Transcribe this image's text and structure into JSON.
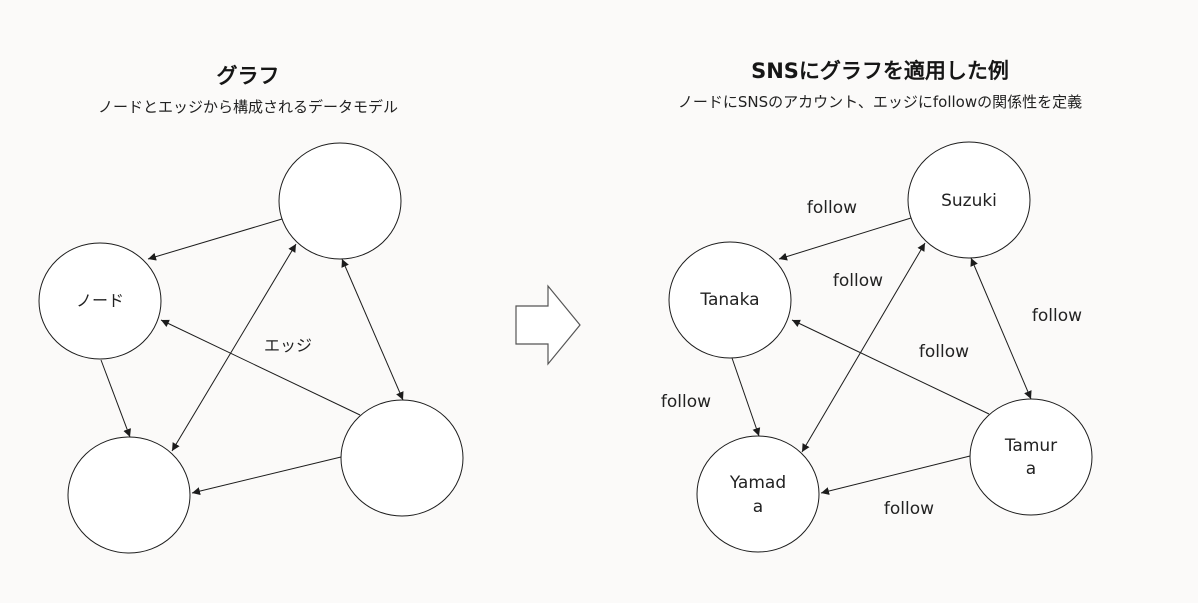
{
  "left_diagram": {
    "title": "グラフ",
    "subtitle": "ノードとエッジから構成されるデータモデル",
    "node_label": "ノード",
    "edge_label": "エッジ"
  },
  "right_diagram": {
    "title": "SNSにグラフを適用した例",
    "subtitle": "ノードにSNSのアカウント、エッジにfollowの関係性を定義",
    "nodes": {
      "suzuki": "Suzuki",
      "tanaka": "Tanaka",
      "yamada_line1": "Yamad",
      "yamada_line2": "a",
      "tamura_line1": "Tamur",
      "tamura_line2": "a"
    },
    "edge_label": "follow"
  }
}
